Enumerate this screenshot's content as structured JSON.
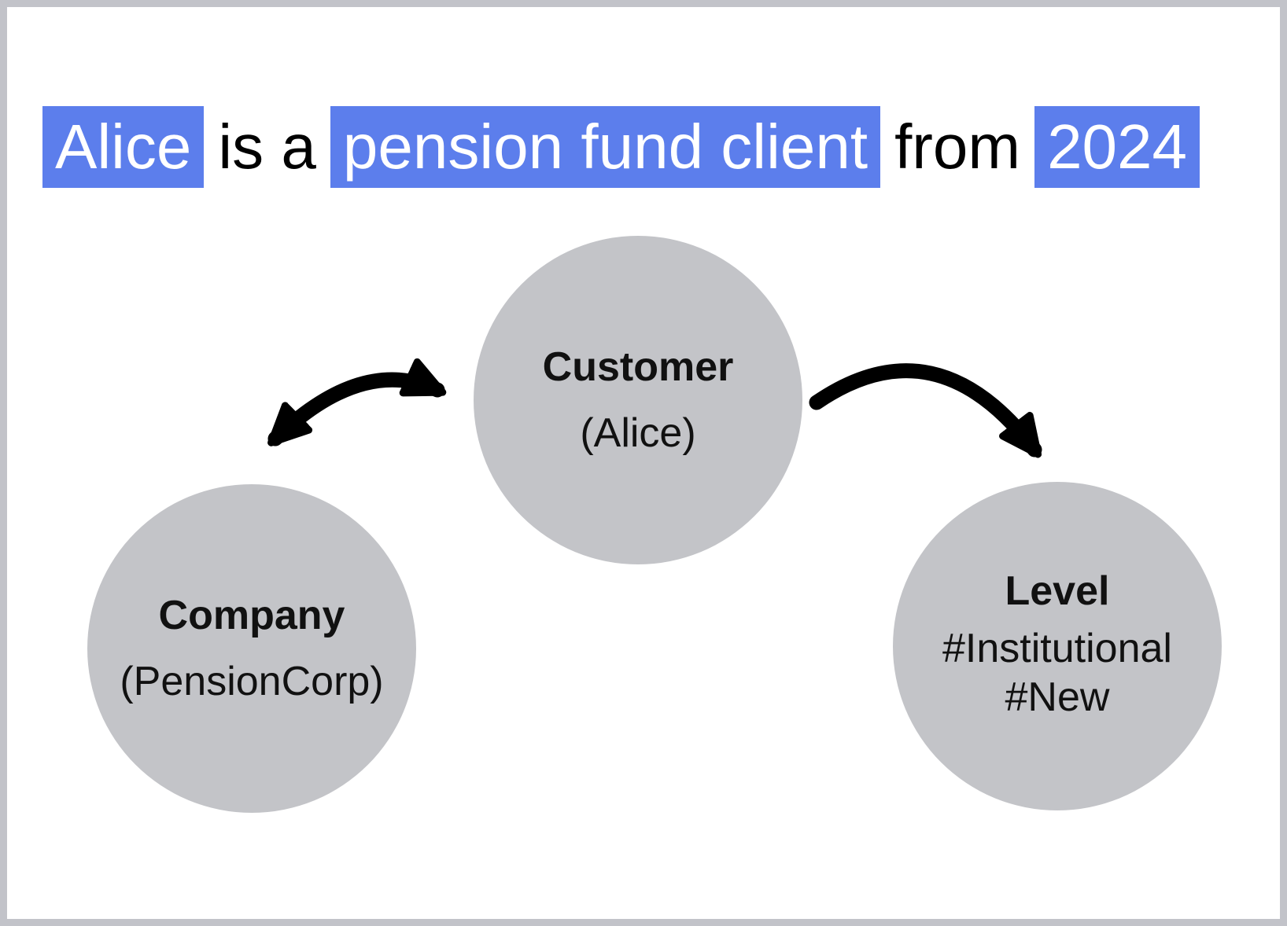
{
  "slide": {
    "background": "#ffffff",
    "border_color": "#c2c3c9"
  },
  "title": {
    "full_text": "Alice is a pension fund client from 2024",
    "segments": [
      {
        "text": "Alice",
        "highlighted": true
      },
      {
        "text": "is a",
        "highlighted": false
      },
      {
        "text": "pension fund client",
        "highlighted": true
      },
      {
        "text": "from",
        "highlighted": false
      },
      {
        "text": "2024",
        "highlighted": true
      }
    ],
    "highlight_color": "#5c7eec",
    "highlight_text_color": "#ffffff",
    "text_color": "#000000"
  },
  "diagram": {
    "node_fill": "#c3c4c8",
    "node_text_color": "#111111",
    "arrow_color": "#000000",
    "nodes": [
      {
        "id": "customer",
        "label": "Customer",
        "value": "(Alice)"
      },
      {
        "id": "company",
        "label": "Company",
        "value": "(PensionCorp)"
      },
      {
        "id": "level",
        "label": "Level",
        "tags": [
          "#Institutional",
          "#New"
        ]
      }
    ],
    "edges": [
      {
        "from": "Customer",
        "to": "Company",
        "arrow": "double-headed"
      },
      {
        "from": "Customer",
        "to": "Level",
        "arrow": "single-headed"
      }
    ]
  }
}
